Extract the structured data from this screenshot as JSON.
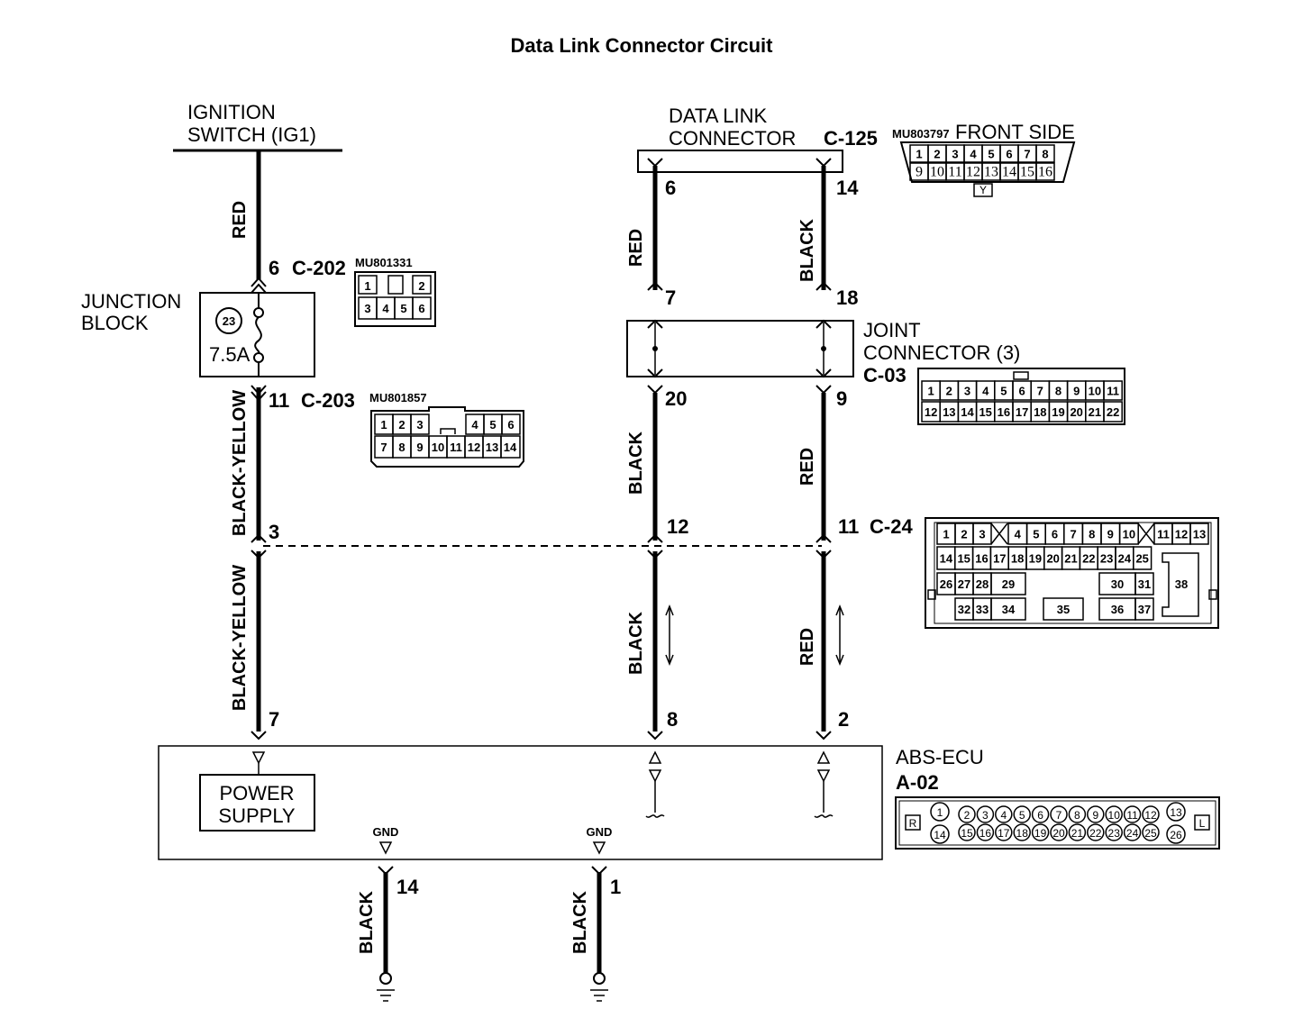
{
  "title": "Data Link Connector Circuit",
  "ignition": {
    "line1": "IGNITION",
    "line2": "SWITCH (IG1)"
  },
  "junction_block": {
    "line1": "JUNCTION",
    "line2": "BLOCK",
    "fuse_no": "23",
    "fuse_rating": "7.5A"
  },
  "dlc": {
    "line1": "DATA LINK",
    "line2": "CONNECTOR",
    "id": "C-125",
    "part": "MU803797",
    "side": "FRONT SIDE",
    "key": "Y",
    "row1": [
      "1",
      "2",
      "3",
      "4",
      "5",
      "6",
      "7",
      "8"
    ],
    "row2": [
      "9",
      "10",
      "11",
      "12",
      "13",
      "14",
      "15",
      "16"
    ]
  },
  "joint": {
    "line1": "JOINT",
    "line2": "CONNECTOR (3)",
    "id": "C-03",
    "row1": [
      "1",
      "2",
      "3",
      "4",
      "5",
      "6",
      "7",
      "8",
      "9",
      "10",
      "11"
    ],
    "row2": [
      "12",
      "13",
      "14",
      "15",
      "16",
      "17",
      "18",
      "19",
      "20",
      "21",
      "22"
    ]
  },
  "c202": {
    "pin": "6",
    "id": "C-202",
    "part": "MU801331",
    "row1": [
      "1",
      "2"
    ],
    "row2": [
      "3",
      "4",
      "5",
      "6"
    ]
  },
  "c203": {
    "pin": "11",
    "id": "C-203",
    "part": "MU801857",
    "row1": [
      "1",
      "2",
      "3",
      "4",
      "5",
      "6"
    ],
    "row2": [
      "7",
      "8",
      "9",
      "10",
      "11",
      "12",
      "13",
      "14"
    ]
  },
  "c24": {
    "pin": "11",
    "id": "C-24",
    "row1": [
      "1",
      "2",
      "3",
      "4",
      "5",
      "6",
      "7",
      "8",
      "9",
      "10",
      "11",
      "12",
      "13"
    ],
    "row2": [
      "14",
      "15",
      "16",
      "17",
      "18",
      "19",
      "20",
      "21",
      "22",
      "23",
      "24",
      "25"
    ],
    "row3a": [
      "26",
      "27",
      "28",
      "29"
    ],
    "row3b": [
      "30",
      "31"
    ],
    "row4a": [
      "32",
      "33",
      "34"
    ],
    "mid": "35",
    "row4b": [
      "36",
      "37"
    ],
    "side_pin": "38"
  },
  "abs": {
    "name": "ABS-ECU",
    "id": "A-02",
    "left_tag": "R",
    "right_tag": "L",
    "row1_lead": "1",
    "row1": [
      "2",
      "3",
      "4",
      "5",
      "6",
      "7",
      "8",
      "9",
      "10",
      "11",
      "12"
    ],
    "row1_end": "13",
    "row2_lead": "14",
    "row2": [
      "15",
      "16",
      "17",
      "18",
      "19",
      "20",
      "21",
      "22",
      "23",
      "24",
      "25"
    ],
    "row2_end": "26"
  },
  "power_supply": {
    "line1": "POWER",
    "line2": "SUPPLY"
  },
  "gnd_label": "GND",
  "wires": {
    "ign_top": "RED",
    "left_upper": "BLACK-YELLOW",
    "left_lower": "BLACK-YELLOW",
    "mid_top": "RED",
    "mid_middle": "BLACK",
    "mid_bottom": "BLACK",
    "right_top": "BLACK",
    "right_middle": "RED",
    "right_bottom": "RED",
    "gnd1": "BLACK",
    "gnd2": "BLACK"
  },
  "pins": {
    "dlc_left": "6",
    "dlc_right": "14",
    "joint_in_left": "7",
    "joint_in_right": "18",
    "joint_out_left": "20",
    "joint_out_right": "9",
    "left_splice": "3",
    "mid_splice": "12",
    "abs_left": "7",
    "abs_mid": "8",
    "abs_right": "2",
    "gnd1": "14",
    "gnd2": "1"
  }
}
